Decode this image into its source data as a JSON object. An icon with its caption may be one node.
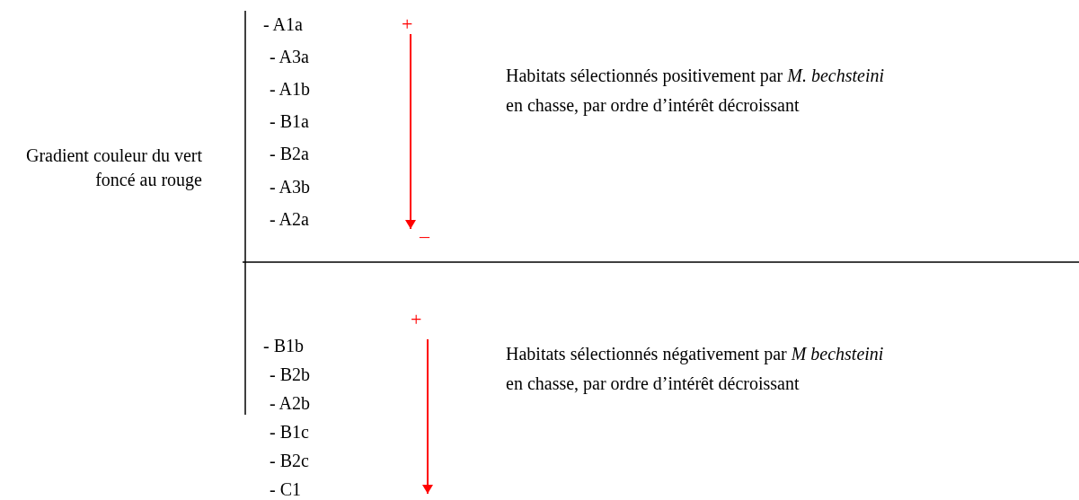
{
  "diagram": {
    "labels": [
      "Gradient couleur du vert foncé au rouge",
      "- A1a",
      "+",
      "- A3a",
      "- A1b",
      "- B1a",
      "- B2a",
      "- A3b",
      "- A2a",
      "–",
      "Habitats sélectionnés positivement par *M. bechsteini* en chasse, par ordre d’intérêt décroissant",
      "- B1b",
      "+",
      "- B2b",
      "- A2b",
      "- B1c",
      "- B2c",
      "- C1",
      "Habitats sélectionnés négativement par *M bechsteini* en chasse, par ordre d’intérêt décroissant"
    ]
  }
}
